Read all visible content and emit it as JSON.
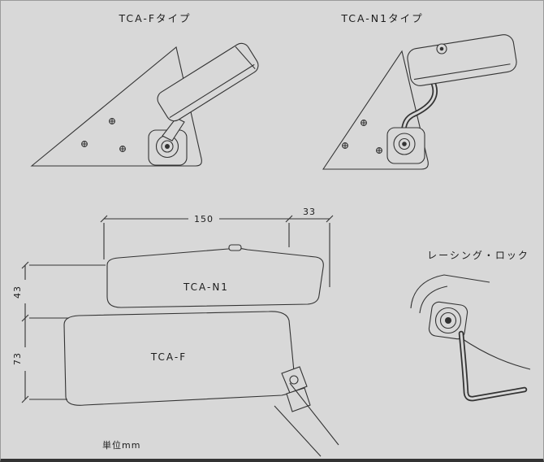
{
  "page": {
    "background_color": "#d8d8d8",
    "line_color": "#333333"
  },
  "headers": {
    "tca_f_type": "TCA-Fタイプ",
    "tca_n1_type": "TCA-N1タイプ"
  },
  "figure": {
    "tca_n1_label": "TCA-N1",
    "tca_f_label": "TCA-F"
  },
  "dimensions": {
    "width_main": "150",
    "width_tip": "33",
    "height_n1": "43",
    "height_f": "73"
  },
  "notes": {
    "racing_lock": "レーシング・ロック",
    "unit": "単位mm"
  }
}
